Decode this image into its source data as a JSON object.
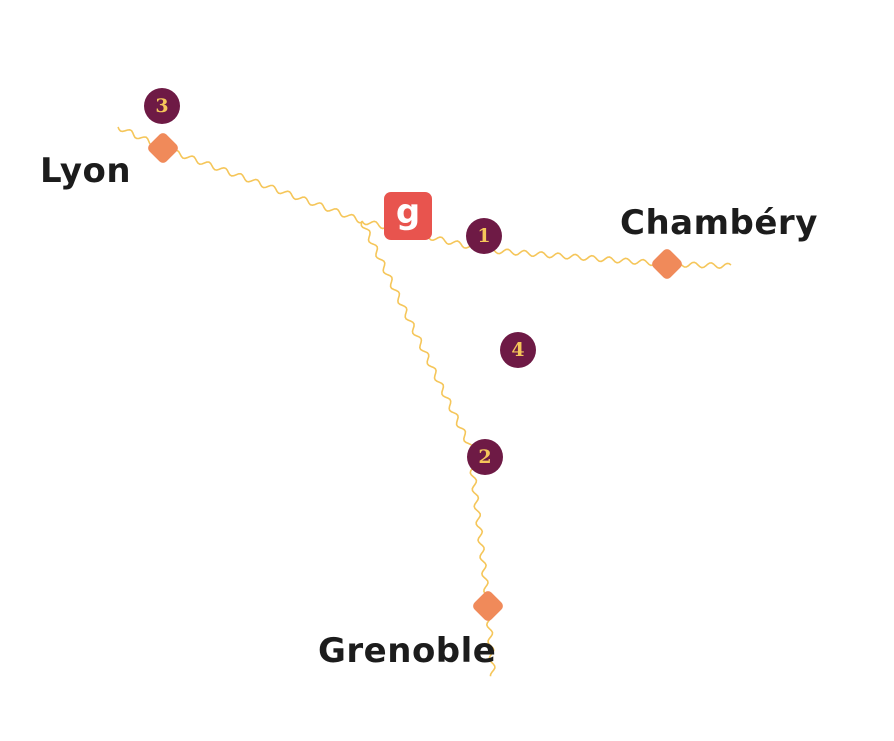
{
  "colors": {
    "background": "#ffffff",
    "route": "#f5c65a",
    "city_node": "#f08a5a",
    "marker_fill": "#6e1a45",
    "marker_text": "#f5c65a",
    "logo_fill": "#e8544e",
    "logo_text": "#ffffff",
    "label_text": "#1c1c1c"
  },
  "cities": {
    "lyon": "Lyon",
    "chambery": "Chambéry",
    "grenoble": "Grenoble"
  },
  "markers": {
    "m1": "1",
    "m2": "2",
    "m3": "3",
    "m4": "4"
  },
  "logo": {
    "letter": "g",
    "icon": "brand-logo-icon"
  }
}
